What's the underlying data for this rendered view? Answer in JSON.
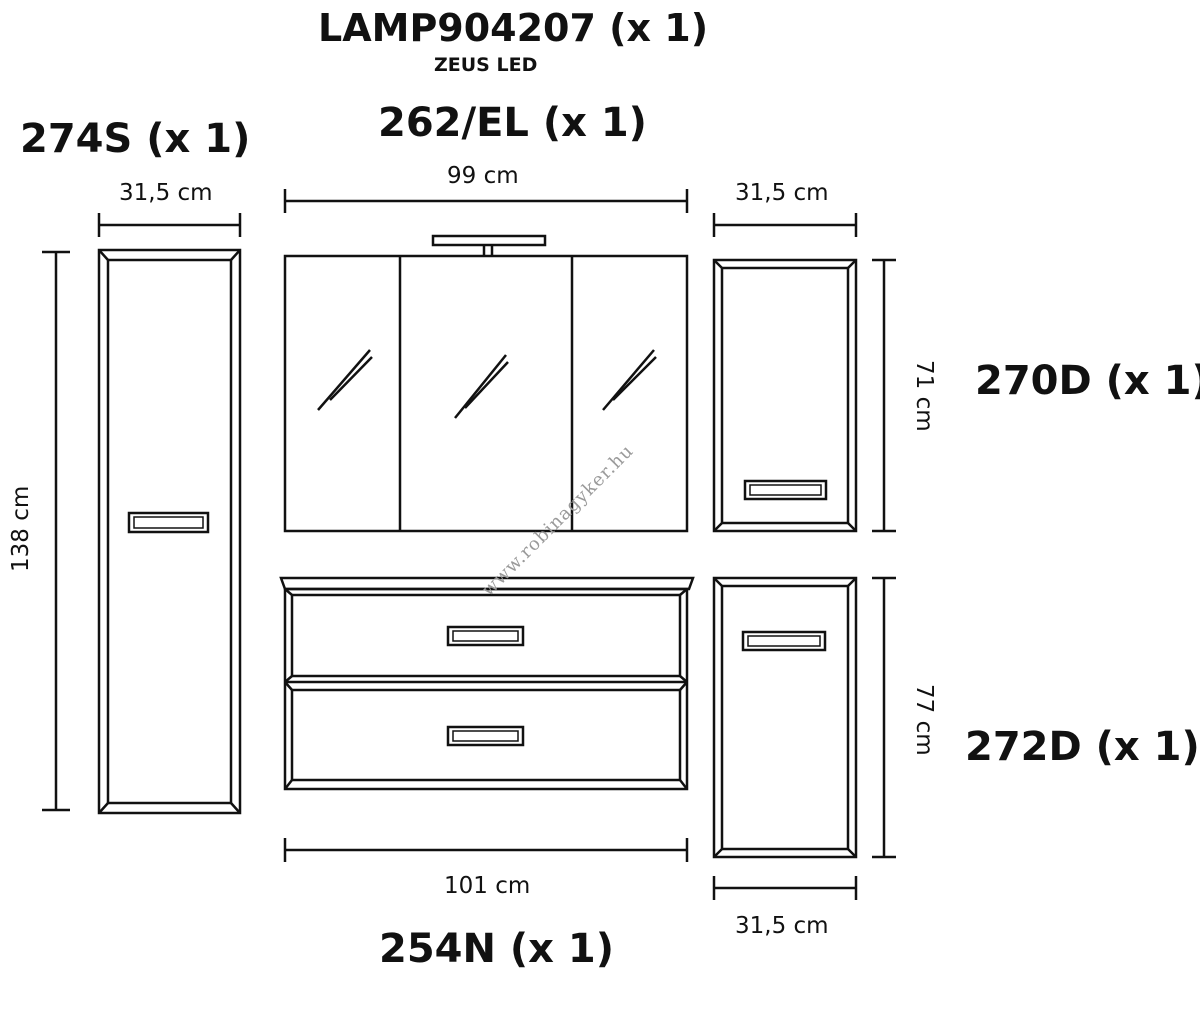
{
  "labels": {
    "lamp_code": "LAMP904207 (x 1)",
    "lamp_name": "ZEUS LED",
    "mirror_cabinet": "262/EL (x 1)",
    "tall_cabinet": "274S (x 1)",
    "upper_side_cabinet": "270D (x 1)",
    "lower_side_cabinet": "272D (x 1)",
    "base_cabinet": "254N (x 1)"
  },
  "dimensions": {
    "tall_width": "31,5 cm",
    "tall_height": "138 cm",
    "mirror_width": "99 cm",
    "upper_side_width": "31,5 cm",
    "upper_side_height": "71 cm",
    "lower_side_height": "77 cm",
    "lower_side_width": "31,5 cm",
    "base_width": "101 cm"
  },
  "watermark": "www.robinagyker.hu",
  "colors": {
    "line": "#111111",
    "watermark": "#9a9a9a"
  }
}
